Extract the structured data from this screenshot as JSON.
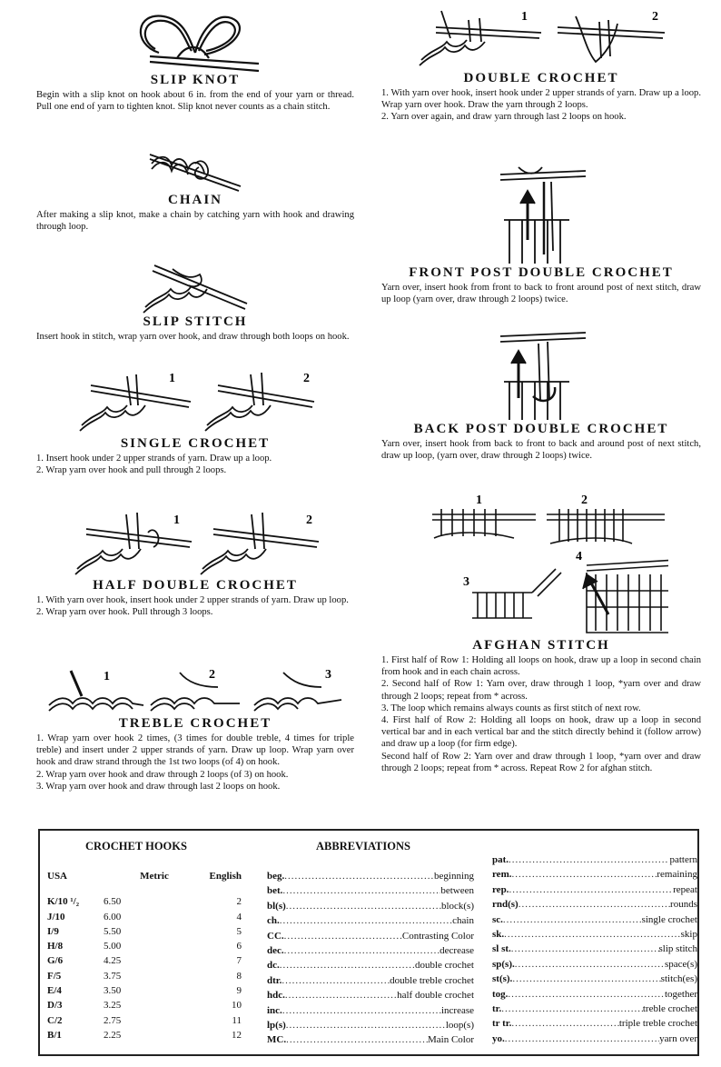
{
  "sections": {
    "slip_knot": {
      "title": "SLIP KNOT",
      "text": "Begin with a slip knot on hook about 6 in. from the end of your yarn or thread.  Pull one end of yarn to tighten knot.  Slip knot never counts as a chain stitch."
    },
    "chain": {
      "title": "CHAIN",
      "text": "After making a slip knot, make a chain by catching yarn with hook and drawing through loop."
    },
    "slip_stitch": {
      "title": "SLIP STITCH",
      "text": "Insert hook in stitch, wrap yarn over hook, and draw through both loops on hook."
    },
    "single_crochet": {
      "title": "SINGLE CROCHET",
      "steps": [
        "1. Insert hook under 2 upper strands of yarn.  Draw up a loop.",
        "2. Wrap yarn over hook and pull through 2 loops."
      ],
      "nums": [
        "1",
        "2"
      ]
    },
    "half_double": {
      "title": "HALF DOUBLE CROCHET",
      "steps": [
        "1. With yarn over hook, insert hook under 2 upper strands of yarn. Draw up loop.",
        "2. Wrap yarn over hook.  Pull through 3 loops."
      ],
      "nums": [
        "1",
        "2"
      ]
    },
    "treble": {
      "title": "TREBLE CROCHET",
      "steps": [
        "1. Wrap yarn over hook 2 times, (3 times for double treble, 4 times for triple treble) and insert under 2 upper strands of yarn.  Draw up loop.  Wrap yarn over hook and draw strand through the 1st two loops (of 4) on hook.",
        "2. Wrap yarn over hook and draw through 2 loops (of 3) on hook.",
        "3. Wrap yarn over hook and draw through last 2 loops on hook."
      ],
      "nums": [
        "1",
        "2",
        "3"
      ]
    },
    "double_crochet": {
      "title": "DOUBLE CROCHET",
      "steps": [
        "1. With yarn over hook, insert hook under 2 upper strands of yarn. Draw up a loop.  Wrap yarn over hook.  Draw the yarn through 2 loops.",
        "2. Yarn over again, and draw yarn through last 2 loops on hook."
      ],
      "nums": [
        "1",
        "2"
      ]
    },
    "front_post": {
      "title": "FRONT POST DOUBLE CROCHET",
      "text": "Yarn over, insert hook from front to back to front around post of next stitch, draw up loop (yarn over, draw through 2 loops) twice."
    },
    "back_post": {
      "title": "BACK POST DOUBLE CROCHET",
      "text": "Yarn over, insert hook from back to front to back and around post of next stitch, draw up loop, (yarn over, draw through 2 loops) twice."
    },
    "afghan": {
      "title": "AFGHAN STITCH",
      "steps": [
        "1. First half of Row 1: Holding all loops on hook, draw up a loop in second chain from hook and in each chain across.",
        "2. Second half of Row 1: Yarn over, draw through 1 loop, *yarn over and draw through 2 loops; repeat from * across.",
        "3. The loop which remains always counts as first stitch of next row.",
        "4. First half of Row 2: Holding all loops on hook, draw up a loop in second vertical bar and in each vertical bar and the stitch directly behind it (follow arrow) and draw up a loop (for firm edge).",
        "Second half of Row 2: Yarn over and draw through 1 loop, *yarn over and draw through 2 loops; repeat from * across.  Repeat Row 2 for afghan stitch."
      ],
      "nums": [
        "1",
        "2",
        "3",
        "4"
      ]
    }
  },
  "hooks": {
    "title": "CROCHET HOOKS",
    "headers": [
      "USA",
      "Metric",
      "English"
    ],
    "rows": [
      [
        "K/10 ¹/₂",
        "6.50",
        "2"
      ],
      [
        "J/10",
        "6.00",
        "4"
      ],
      [
        "I/9",
        "5.50",
        "5"
      ],
      [
        "H/8",
        "5.00",
        "6"
      ],
      [
        "G/6",
        "4.25",
        "7"
      ],
      [
        "F/5",
        "3.75",
        "8"
      ],
      [
        "E/4",
        "3.50",
        "9"
      ],
      [
        "D/3",
        "3.25",
        "10"
      ],
      [
        "C/2",
        "2.75",
        "11"
      ],
      [
        "B/1",
        "2.25",
        "12"
      ]
    ]
  },
  "abbreviations": {
    "title": "ABBREVIATIONS",
    "col1": [
      [
        "beg.",
        "beginning"
      ],
      [
        "bet.",
        "between"
      ],
      [
        "bl(s)",
        "block(s)"
      ],
      [
        "ch.",
        "chain"
      ],
      [
        "CC.",
        "Contrasting Color"
      ],
      [
        "dec.",
        "decrease"
      ],
      [
        "dc.",
        "double crochet"
      ],
      [
        "dtr.",
        "double treble crochet"
      ],
      [
        "hdc.",
        "half double crochet"
      ],
      [
        "inc.",
        "increase"
      ],
      [
        "lp(s)",
        "loop(s)"
      ],
      [
        "MC.",
        "Main Color"
      ]
    ],
    "col2": [
      [
        "pat.",
        "pattern"
      ],
      [
        "rem.",
        "remaining"
      ],
      [
        "rep.",
        "repeat"
      ],
      [
        "rnd(s)",
        "rounds"
      ],
      [
        "sc.",
        "single crochet"
      ],
      [
        "sk.",
        "skip"
      ],
      [
        "sl st.",
        "slip stitch"
      ],
      [
        "sp(s).",
        "space(s)"
      ],
      [
        "st(s).",
        "stitch(es)"
      ],
      [
        "tog.",
        "together"
      ],
      [
        "tr.",
        "treble crochet"
      ],
      [
        "tr tr.",
        "triple treble crochet"
      ],
      [
        "yo.",
        "yarn over"
      ]
    ]
  }
}
